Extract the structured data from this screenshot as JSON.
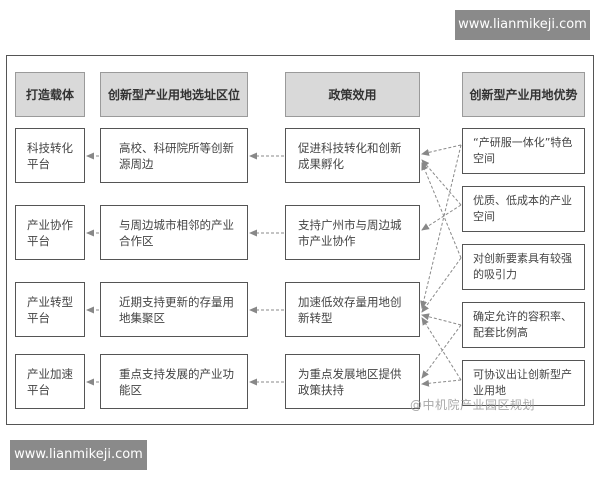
{
  "badges": {
    "top": "www.lianmikeji.com",
    "bottom": "www.lianmikeji.com"
  },
  "headers": [
    "打造载体",
    "创新型产业用地选址区位",
    "政策效用",
    "创新型产业用地优势"
  ],
  "carriers": [
    "科技转化平台",
    "产业协作平台",
    "产业转型平台",
    "产业加速平台"
  ],
  "locations": [
    "高校、科研院所等创新源周边",
    "与周边城市相邻的产业合作区",
    "近期支持更新的存量用地集聚区",
    "重点支持发展的产业功能区"
  ],
  "policies": [
    "促进科技转化和创新成果孵化",
    "支持广州市与周边城市产业协作",
    "加速低效存量用地创新转型",
    "为重点发展地区提供政策扶持"
  ],
  "advantages": [
    "“产研服一体化”特色空间",
    "优质、低成本的产业空间",
    "对创新要素具有较强的吸引力",
    "确定允许的容积率、配套比例高",
    "可协议出让创新型产业用地"
  ],
  "watermark": "@中机院产业园区规划"
}
